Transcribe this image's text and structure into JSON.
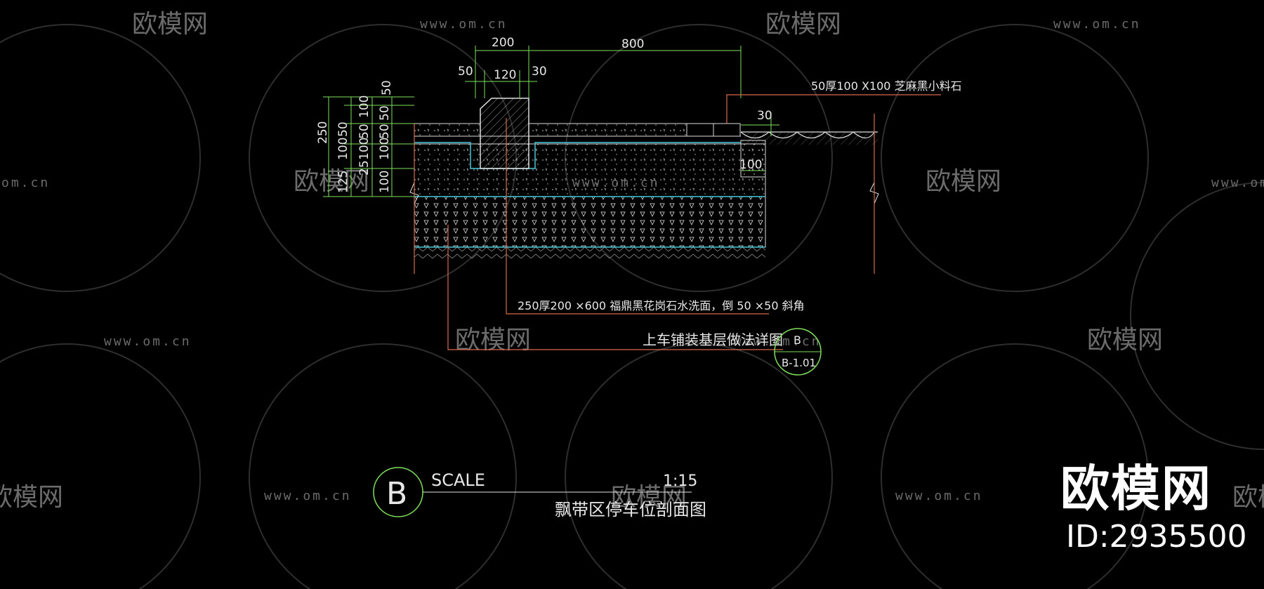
{
  "watermark": {
    "brand_text": "欧模网",
    "url_text": "www.om.cn",
    "url_partial": "om.cn",
    "brand_partial": "欧模网"
  },
  "dimensions": {
    "top_200": "200",
    "top_800": "800",
    "d_50_left": "50",
    "d_120": "120",
    "d_30_top": "30",
    "d_250": "250",
    "d_50_a": "50",
    "d_100_a": "100",
    "d_125": "125",
    "d_100_b": "100",
    "d_50_b": "50",
    "d_50_c": "50",
    "d_100_c": "100",
    "d_25": "25",
    "d_100_d": "100",
    "d_50_top_rot": "50",
    "d_50_d": "50",
    "d_100_e": "100",
    "d_30_right": "30",
    "d_100_right": "100"
  },
  "notes": {
    "paver_note": "50厚100 X100 芝麻黑小料石",
    "curb_note": "250厚200 ×600 福鼎黑花岗石水洗面，倒 50 ×50  斜角",
    "detail_title": "上车铺装基层做法详图",
    "bubble_top": "B",
    "bubble_bottom": "B-1.01"
  },
  "title_block": {
    "section_letter": "B",
    "scale_label": "SCALE",
    "scale_value": "1:15",
    "section_title": "飘带区停车位剖面图"
  },
  "brand": {
    "logo": "欧模网",
    "id": "ID:2935500"
  },
  "colors": {
    "background": "#000000",
    "dim_green": "#7fe05a",
    "leader_red": "#d66a4a",
    "cyan": "#46c8d8",
    "white": "#e8e8e8",
    "watermark": "#6b6b6b"
  }
}
